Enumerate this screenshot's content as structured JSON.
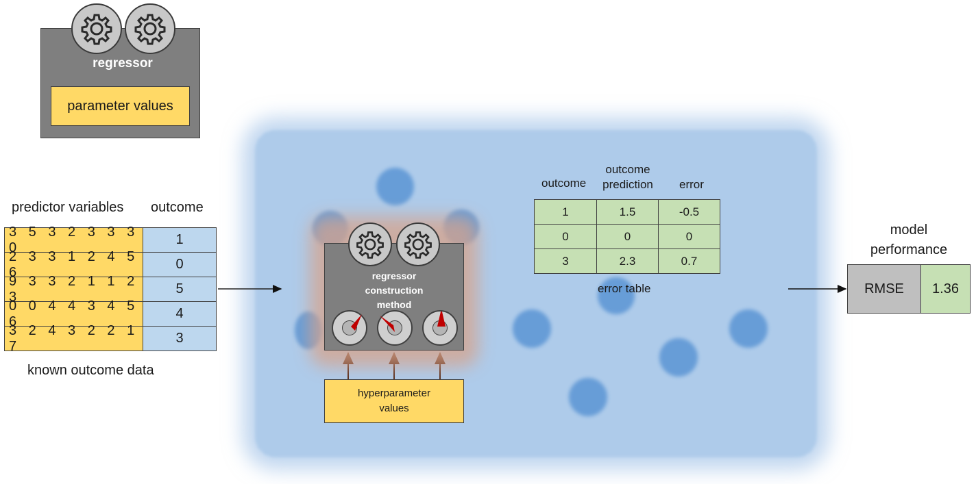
{
  "legend": {
    "regressor_label": "regressor",
    "parameter_label": "parameter values",
    "icons": [
      "gear-icon",
      "gear-icon"
    ]
  },
  "known_data": {
    "predictor_header": "predictor variables",
    "outcome_header": "outcome",
    "rows": [
      {
        "predictors": "3 5 3 2 3 3 3 0",
        "outcome": "1"
      },
      {
        "predictors": "2 3 3 1 2 4 5 6",
        "outcome": "0"
      },
      {
        "predictors": "9 3 3 2 1 1 2 3",
        "outcome": "5"
      },
      {
        "predictors": "0 0 4 4 3 4 5 6",
        "outcome": "4"
      },
      {
        "predictors": "3 2 4 3 2 2 1 7",
        "outcome": "3"
      }
    ],
    "caption": "known outcome data"
  },
  "construction": {
    "title_line1": "regressor",
    "title_line2": "construction",
    "title_line3": "method",
    "hyperparameter_line1": "hyperparameter",
    "hyperparameter_line2": "values"
  },
  "error_table": {
    "headers": {
      "outcome": "outcome",
      "prediction_line1": "outcome",
      "prediction_line2": "prediction",
      "error": "error"
    },
    "rows": [
      {
        "outcome": "1",
        "prediction": "1.5",
        "error": "-0.5"
      },
      {
        "outcome": "0",
        "prediction": "0",
        "error": "0"
      },
      {
        "outcome": "3",
        "prediction": "2.3",
        "error": "0.7"
      }
    ],
    "caption": "error table"
  },
  "performance": {
    "title_line1": "model",
    "title_line2": "performance",
    "metric": "RMSE",
    "value": "1.36"
  },
  "colors": {
    "predictor_fill": "#ffd966",
    "outcome_fill": "#bdd7ee",
    "error_fill": "#c6e0b4",
    "box_gray": "#7f7f7f",
    "blur_blue": "#8eb7e2",
    "arrow_brown": "#5a2e1c",
    "knob_pointer": "#c00000"
  }
}
